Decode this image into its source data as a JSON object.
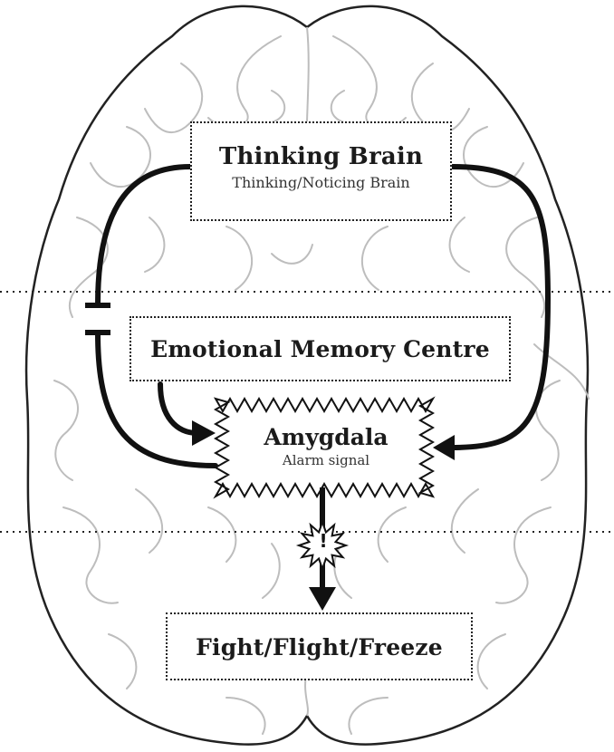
{
  "nodes": {
    "thinking_brain": {
      "title": "Thinking Brain",
      "subtitle": "Thinking/Noticing Brain"
    },
    "emotional_memory": {
      "title": "Emotional Memory Centre"
    },
    "amygdala": {
      "title": "Amygdala",
      "subtitle": "Alarm signal"
    },
    "response": {
      "title": "Fight/Flight/Freeze"
    }
  },
  "alert_symbol": "!",
  "colors": {
    "outline": "#222222",
    "gyri": "#bdbdbd",
    "arrow": "#111111"
  }
}
